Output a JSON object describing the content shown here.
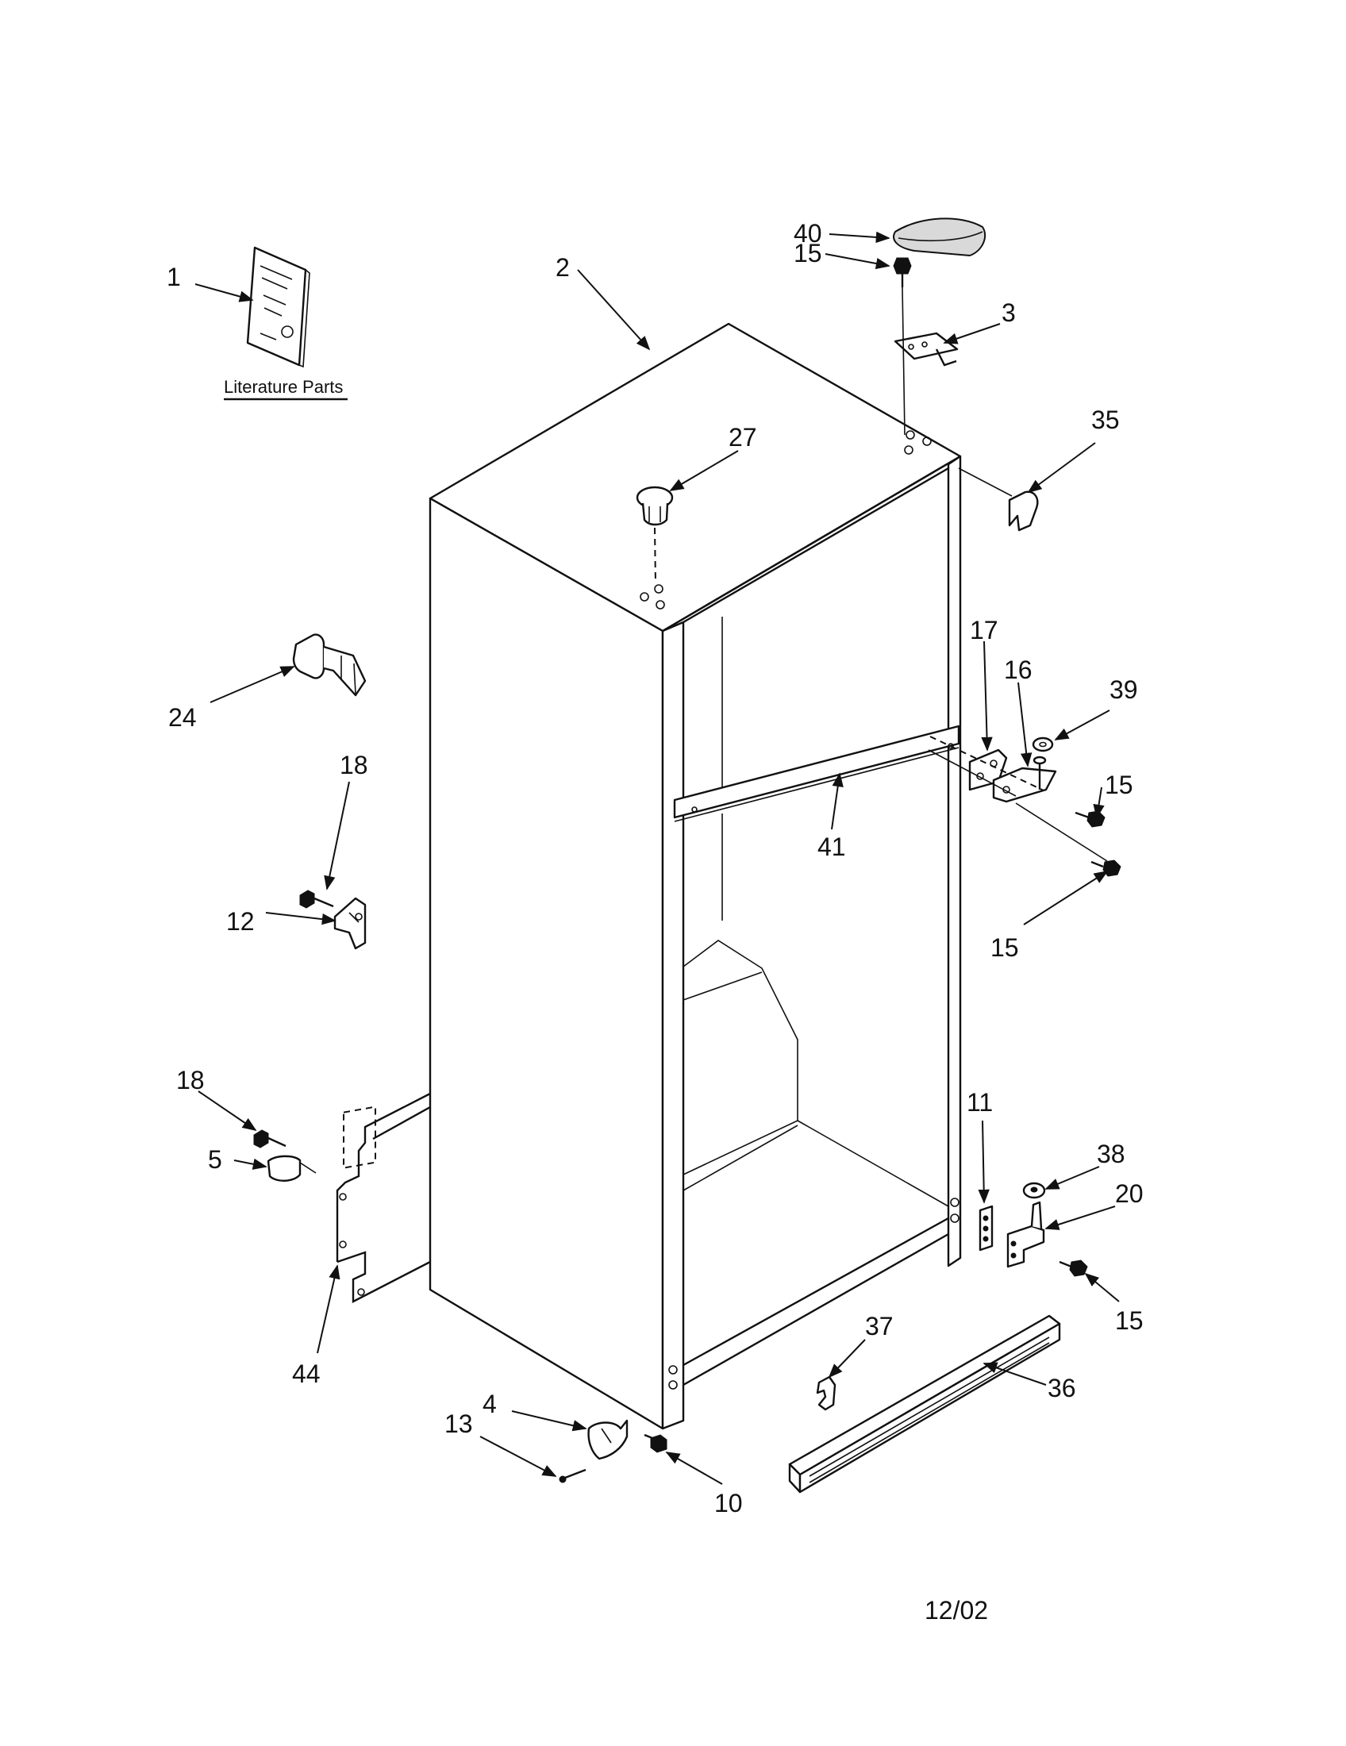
{
  "diagram": {
    "literature_label": "Literature Parts",
    "date_code": "12/02",
    "callouts": [
      {
        "id": "c1",
        "text": "1"
      },
      {
        "id": "c2",
        "text": "2"
      },
      {
        "id": "c3",
        "text": "3"
      },
      {
        "id": "c4",
        "text": "4"
      },
      {
        "id": "c5",
        "text": "5"
      },
      {
        "id": "c10",
        "text": "10"
      },
      {
        "id": "c11",
        "text": "11"
      },
      {
        "id": "c12",
        "text": "12"
      },
      {
        "id": "c13",
        "text": "13"
      },
      {
        "id": "c15a",
        "text": "15"
      },
      {
        "id": "c15b",
        "text": "15"
      },
      {
        "id": "c15c",
        "text": "15"
      },
      {
        "id": "c15d",
        "text": "15"
      },
      {
        "id": "c16",
        "text": "16"
      },
      {
        "id": "c17",
        "text": "17"
      },
      {
        "id": "c18a",
        "text": "18"
      },
      {
        "id": "c18b",
        "text": "18"
      },
      {
        "id": "c20",
        "text": "20"
      },
      {
        "id": "c24",
        "text": "24"
      },
      {
        "id": "c27",
        "text": "27"
      },
      {
        "id": "c35",
        "text": "35"
      },
      {
        "id": "c36",
        "text": "36"
      },
      {
        "id": "c37",
        "text": "37"
      },
      {
        "id": "c38",
        "text": "38"
      },
      {
        "id": "c39",
        "text": "39"
      },
      {
        "id": "c40",
        "text": "40"
      },
      {
        "id": "c41",
        "text": "41"
      },
      {
        "id": "c44",
        "text": "44"
      }
    ]
  }
}
